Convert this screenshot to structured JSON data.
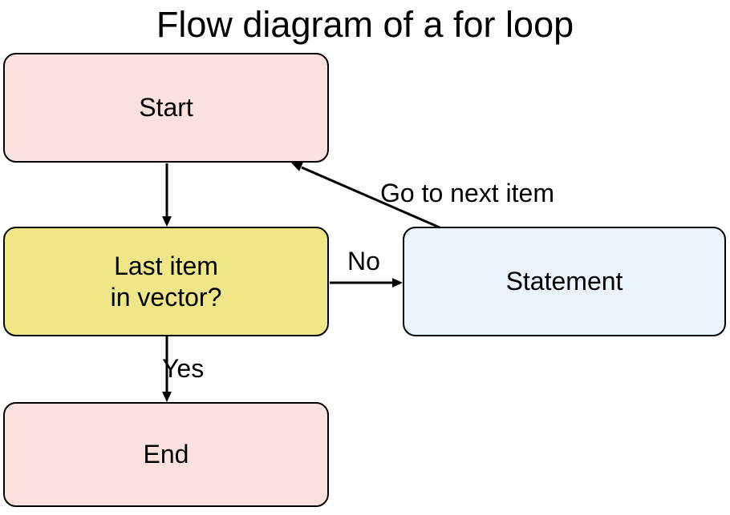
{
  "title": "Flow diagram of a for loop",
  "colors": {
    "background": "#ffffff",
    "text": "#000000",
    "border": "#000000",
    "arrow": "#000000",
    "terminal_fill": "#fce1de",
    "decision_fill": "#eee687",
    "process_fill": "#ebf3fc"
  },
  "nodes": {
    "start": {
      "label": "Start"
    },
    "decision": {
      "label": "Last item\nin vector?"
    },
    "statement": {
      "label": "Statement"
    },
    "end": {
      "label": "End"
    }
  },
  "edges": {
    "decision_to_statement": {
      "label": "No"
    },
    "decision_to_end": {
      "label": "Yes"
    },
    "statement_to_start": {
      "label": "Go to next item"
    }
  }
}
